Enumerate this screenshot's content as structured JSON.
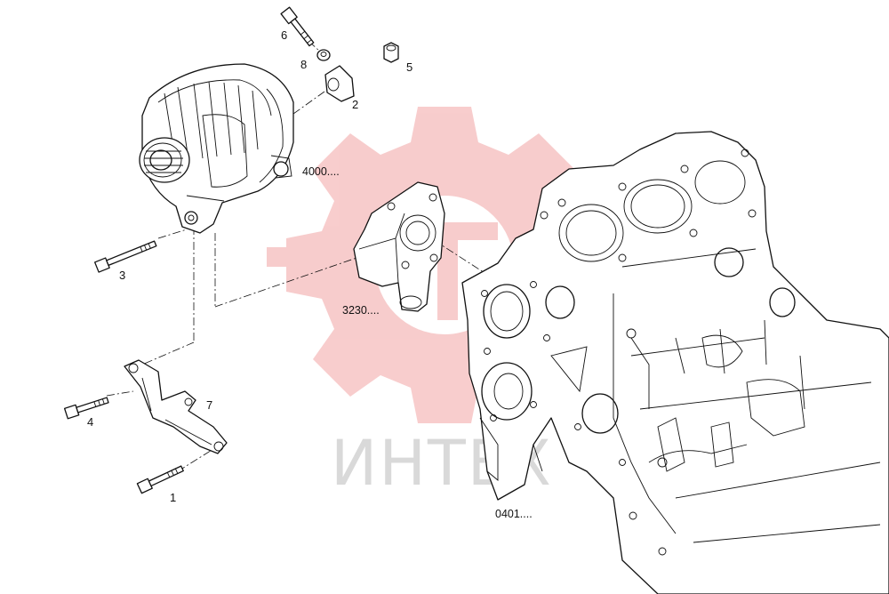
{
  "colors": {
    "watermark_gear": "#f2a4a4",
    "watermark_text": "#d9d9d9",
    "line": "#111111"
  },
  "watermark": {
    "text": "ИНТЕХ"
  },
  "callouts": [
    {
      "id": "c6",
      "label": "6"
    },
    {
      "id": "c8",
      "label": "8"
    },
    {
      "id": "c5",
      "label": "5"
    },
    {
      "id": "c2",
      "label": "2"
    },
    {
      "id": "c3",
      "label": "3"
    },
    {
      "id": "c7",
      "label": "7"
    },
    {
      "id": "c4",
      "label": "4"
    },
    {
      "id": "c1",
      "label": "1"
    }
  ],
  "references": [
    {
      "id": "r4000",
      "label": "4000...."
    },
    {
      "id": "r3230",
      "label": "3230...."
    },
    {
      "id": "r0401",
      "label": "0401...."
    }
  ]
}
